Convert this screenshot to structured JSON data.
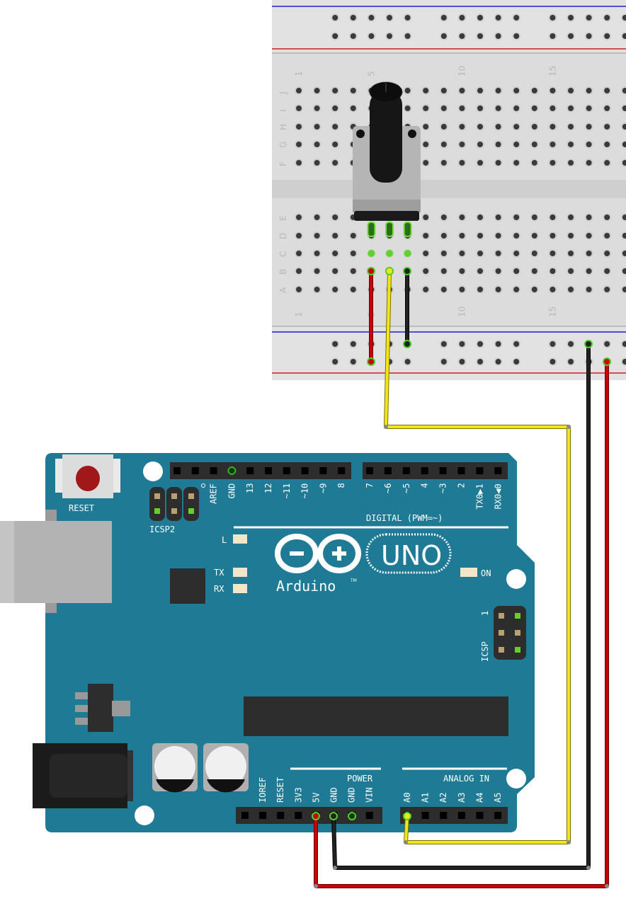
{
  "colors": {
    "board": "#1f7b95",
    "breadboard": "#dcdcdc",
    "wire_red": "#c8000a",
    "wire_black": "#141414",
    "wire_yellow": "#f2e61a",
    "rail_blue": "#2020d0",
    "rail_red": "#d02020"
  },
  "breadboard": {
    "column_labels": [
      "1",
      "5",
      "10",
      "15"
    ],
    "row_labels_top": [
      "J",
      "I",
      "H",
      "G",
      "F"
    ],
    "row_labels_bottom": [
      "E",
      "D",
      "C",
      "B",
      "A"
    ]
  },
  "arduino": {
    "reset_label": "RESET",
    "icsp2_label": "ICSP2",
    "icsp_label": "ICSP",
    "icsp_pin1": "1",
    "digital_pins_left": [
      "AREF",
      "GND",
      "13",
      "12",
      "~11",
      "~10",
      "~9",
      "8"
    ],
    "digital_pins_right": [
      "7",
      "~6",
      "~5",
      "4",
      "~3",
      "2",
      "TX0▶1",
      "RX0◀0"
    ],
    "digital_label": "DIGITAL (PWM=~)",
    "led_l": "L",
    "led_tx": "TX",
    "led_rx": "RX",
    "led_on": "ON",
    "logo_text": "Arduino",
    "trademark": "TM",
    "model": "UNO",
    "power_label": "POWER",
    "power_pins": [
      "IOREF",
      "RESET",
      "3V3",
      "5V",
      "GND",
      "GND",
      "VIN"
    ],
    "analog_label": "ANALOG IN",
    "analog_pins": [
      "A0",
      "A1",
      "A2",
      "A3",
      "A4",
      "A5"
    ]
  }
}
